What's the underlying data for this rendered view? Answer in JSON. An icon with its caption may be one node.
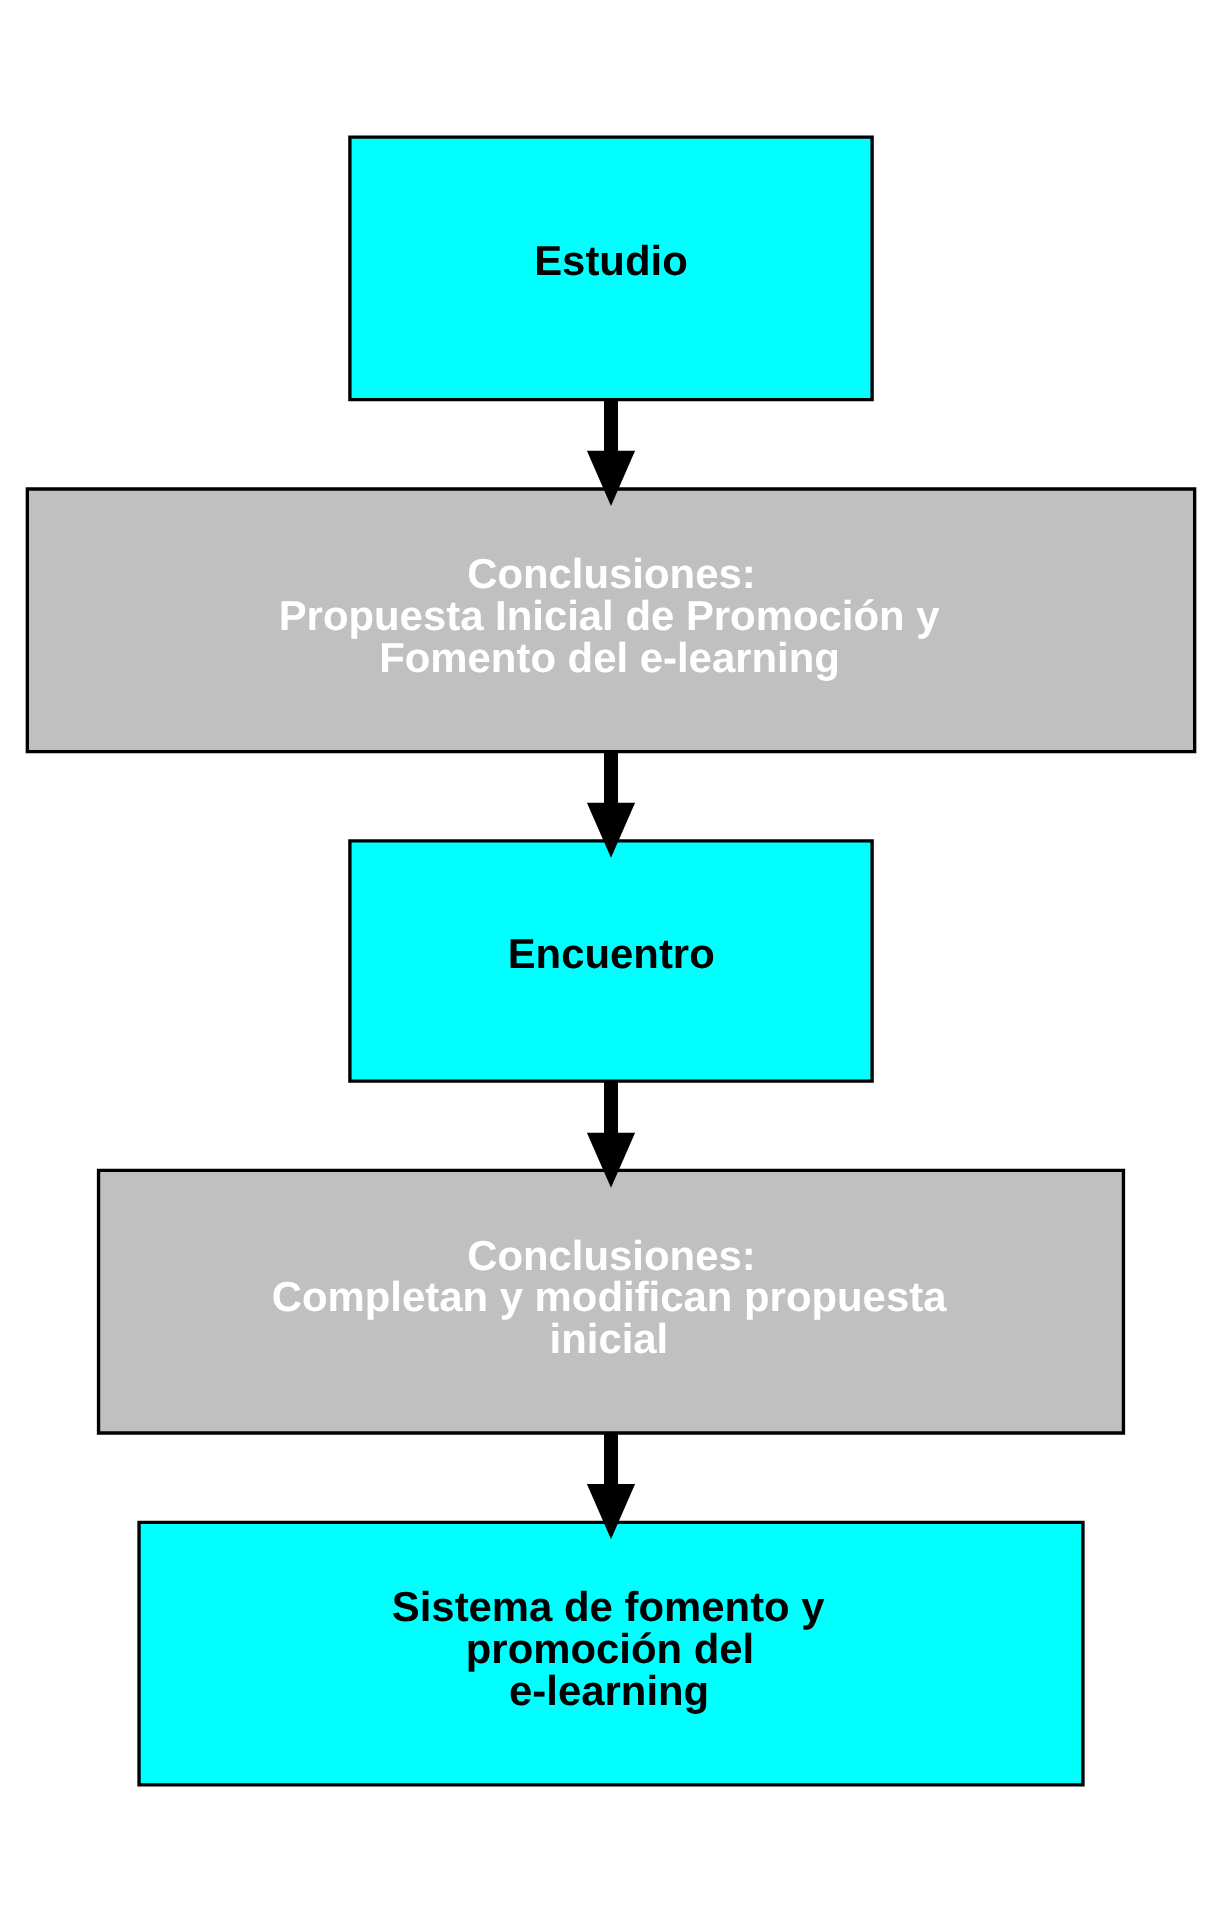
{
  "diagram": {
    "nodes": [
      {
        "text": [
          "Estudio"
        ]
      },
      {
        "text": [
          "Conclusiones:",
          "Propuesta Inicial de Promoción y Fomento del e-learning"
        ]
      },
      {
        "text": [
          "Encuentro"
        ]
      },
      {
        "text": [
          "Conclusiones:",
          "Completan y modifican propuesta inicial"
        ]
      },
      {
        "text": [
          "Sistema de fomento y promoción del e-learning"
        ]
      }
    ],
    "edges": [
      {
        "from": 0,
        "to": 1,
        "arrow": "to"
      },
      {
        "from": 1,
        "to": 2,
        "arrow": "to"
      },
      {
        "from": 2,
        "to": 3,
        "arrow": "to"
      },
      {
        "from": 3,
        "to": 4,
        "arrow": "to"
      }
    ]
  }
}
